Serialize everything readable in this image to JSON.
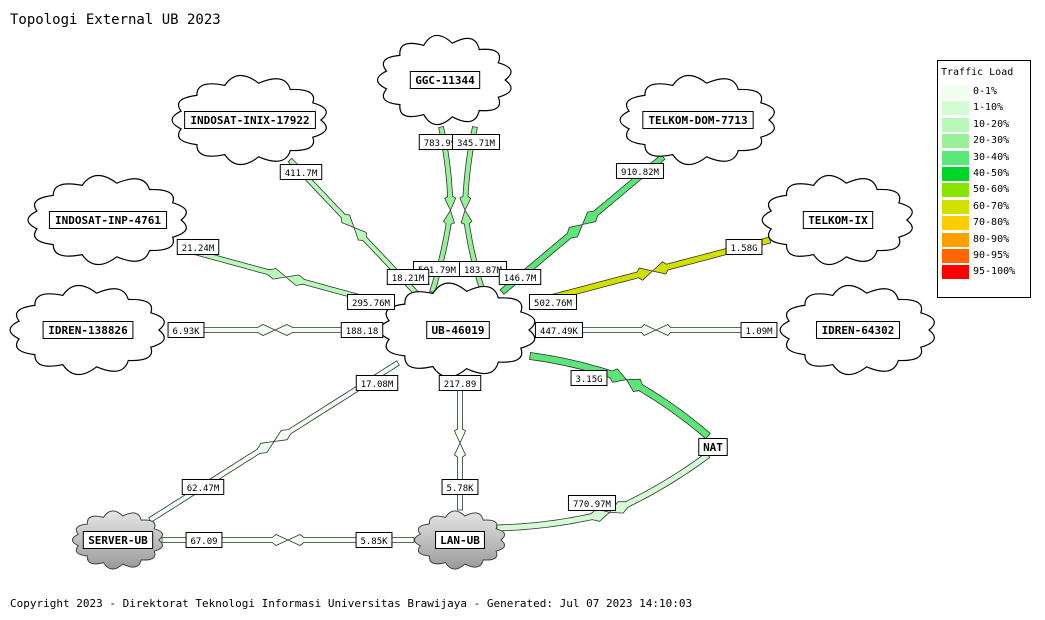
{
  "title": "Topologi External UB 2023",
  "footer": "Copyright 2023 - Direktorat Teknologi Informasi Universitas Brawijaya - Generated: Jul 07 2023 14:10:03",
  "legend": {
    "title": "Traffic Load",
    "items": [
      {
        "label": "0-1%",
        "color": "#f0fff0"
      },
      {
        "label": "1-10%",
        "color": "#d4fcd4"
      },
      {
        "label": "10-20%",
        "color": "#b8f8b8"
      },
      {
        "label": "20-30%",
        "color": "#98f098"
      },
      {
        "label": "30-40%",
        "color": "#5ce678"
      },
      {
        "label": "40-50%",
        "color": "#00d628"
      },
      {
        "label": "50-60%",
        "color": "#88e400"
      },
      {
        "label": "60-70%",
        "color": "#d2e000"
      },
      {
        "label": "70-80%",
        "color": "#ffcc00"
      },
      {
        "label": "80-90%",
        "color": "#ffa000"
      },
      {
        "label": "90-95%",
        "color": "#ff6600"
      },
      {
        "label": "95-100%",
        "color": "#ff0000"
      }
    ]
  },
  "nodes": [
    {
      "id": "ub",
      "label": "UB-46019",
      "type": "cloud"
    },
    {
      "id": "ggc",
      "label": "GGC-11344",
      "type": "cloud"
    },
    {
      "id": "inix",
      "label": "INDOSAT-INIX-17922",
      "type": "cloud"
    },
    {
      "id": "inp",
      "label": "INDOSAT-INP-4761",
      "type": "cloud"
    },
    {
      "id": "idren1",
      "label": "IDREN-138826",
      "type": "cloud"
    },
    {
      "id": "telkomdom",
      "label": "TELKOM-DOM-7713",
      "type": "cloud"
    },
    {
      "id": "telkomix",
      "label": "TELKOM-IX",
      "type": "cloud"
    },
    {
      "id": "idren2",
      "label": "IDREN-64302",
      "type": "cloud"
    },
    {
      "id": "nat",
      "label": "NAT",
      "type": "box"
    },
    {
      "id": "server",
      "label": "SERVER-UB",
      "type": "grey-cloud"
    },
    {
      "id": "lan",
      "label": "LAN-UB",
      "type": "grey-cloud"
    }
  ],
  "links": [
    {
      "id": "ggc-a",
      "load_color": "#98f098",
      "label_near_peer": "783.99",
      "label_near_ub": "501.79M"
    },
    {
      "id": "ggc-b",
      "load_color": "#98f098",
      "label_near_peer": "345.71M",
      "label_near_ub": "183.87M"
    },
    {
      "id": "inix",
      "load_color": "#b8f8b8",
      "label_near_peer": "411.7M",
      "label_near_ub": "18.21M"
    },
    {
      "id": "inp",
      "load_color": "#b8f8b8",
      "label_near_peer": "21.24M",
      "label_near_ub": "295.76M"
    },
    {
      "id": "idren1",
      "load_color": "#f0fff0",
      "label_near_peer": "6.93K",
      "label_near_ub": "188.18"
    },
    {
      "id": "telkomdom",
      "load_color": "#5ce678",
      "label_near_peer": "910.82M",
      "label_near_ub": "146.7M"
    },
    {
      "id": "telkomix",
      "load_color": "#d2e000",
      "label_near_peer": "1.58G",
      "label_near_ub": "502.76M"
    },
    {
      "id": "idren2",
      "load_color": "#f0fff0",
      "label_near_peer": "1.09M",
      "label_near_ub": "447.49K"
    },
    {
      "id": "nat",
      "load_color": "#5ce678",
      "label_near_peer": "",
      "label_near_ub": "3.15G"
    },
    {
      "id": "lan-ub",
      "load_color": "#f0fff0",
      "label_near_peer": "5.78K",
      "label_near_ub": "217.89"
    },
    {
      "id": "server-ub",
      "load_color": "#f0fff0",
      "label_near_peer": "62.47M",
      "label_near_ub": "17.08M"
    },
    {
      "id": "server-lan",
      "load_color": "#f0fff0",
      "label_near_peer": "67.09",
      "label_near_ub": "5.85K"
    },
    {
      "id": "lan-nat",
      "load_color": "#d4fcd4",
      "label_near_peer": "",
      "label_near_ub": "770.97M"
    }
  ]
}
